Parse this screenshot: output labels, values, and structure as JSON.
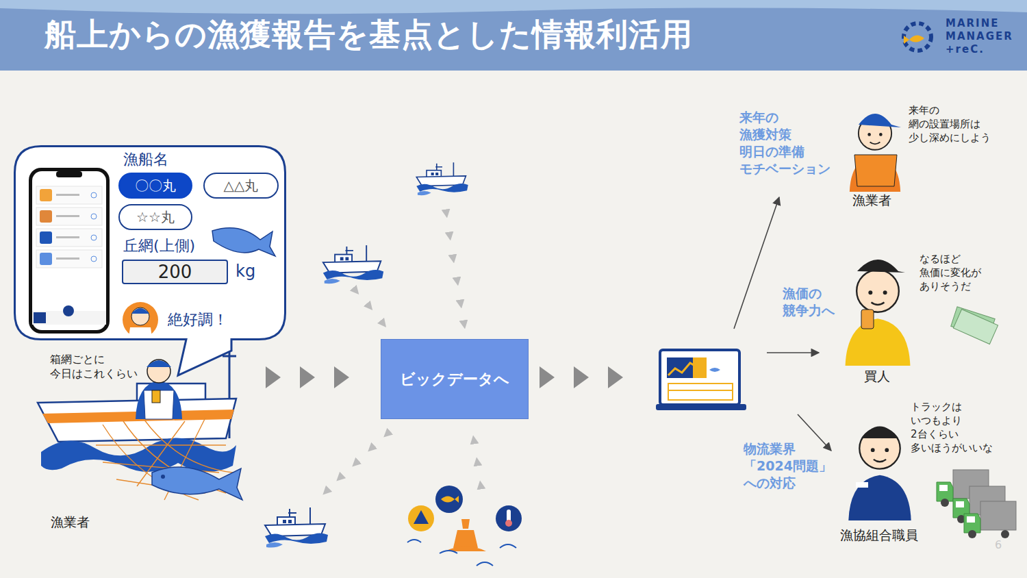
{
  "diagram": {
    "title": "船上からの漁獲報告を基点とした情報利活用",
    "nodes": [
      {
        "text": [
          "漁船名",
          "丘網(上側)",
          "kg",
          "絶好調！"
        ]
      },
      {
        "text": [
          "〇〇丸"
        ],
        "in": 0
      },
      {
        "text": [
          "△△丸"
        ],
        "in": 0
      },
      {
        "text": [
          "☆☆丸"
        ],
        "in": 0
      },
      {
        "text": [
          "200"
        ],
        "in": 0
      },
      {
        "text": [
          "ビックデータへ"
        ]
      }
    ],
    "labels": [
      "MARINE MANAGER +reC.",
      "箱網ごとに 今日はこれくらい",
      "漁業者",
      "来年の 漁獲対策 明日の準備 モチベーション",
      "来年の 網の設置場所は 少し深めにしよう",
      "漁業者",
      "漁価の 競争力へ",
      "なるほど 魚価に変化が ありそうだ",
      "買人",
      "物流業界 「2024問題」 への対応",
      "トラックは いつもより 2台くらい 多いほうがいいな",
      "漁協組合職員",
      "6"
    ]
  }
}
